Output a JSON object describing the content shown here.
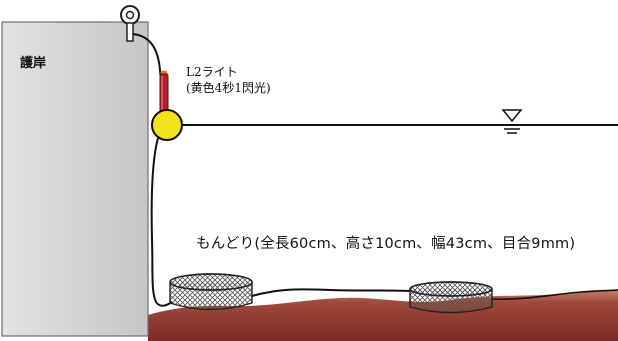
{
  "labels": {
    "quay_wall": "護岸",
    "light_name": "L2ライト",
    "light_spec": "(黄色4秒1閃光)",
    "trap_caption": "もんどり(全長60cm、高さ10cm、幅43cm、目合9mm)"
  },
  "colors": {
    "wall_fill": "#d6d6d6",
    "wall_edge": "#6f6f6f",
    "float_fill": "#f5e21a",
    "light_body": "#b3202a",
    "seabed": "#8c2f27",
    "seabed_light": "#c9836e",
    "line": "#111111"
  }
}
